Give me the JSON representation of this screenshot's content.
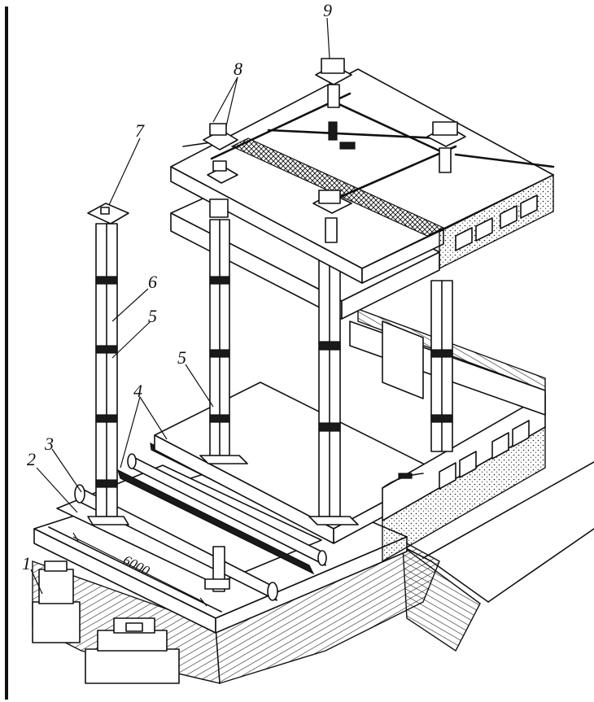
{
  "labels": {
    "l1": "1",
    "l2": "2",
    "l3": "3",
    "l4": "4",
    "l5a": "5",
    "l5b": "5",
    "l6": "6",
    "l7": "7",
    "l8": "8",
    "l9": "9"
  },
  "dimension": "6000"
}
